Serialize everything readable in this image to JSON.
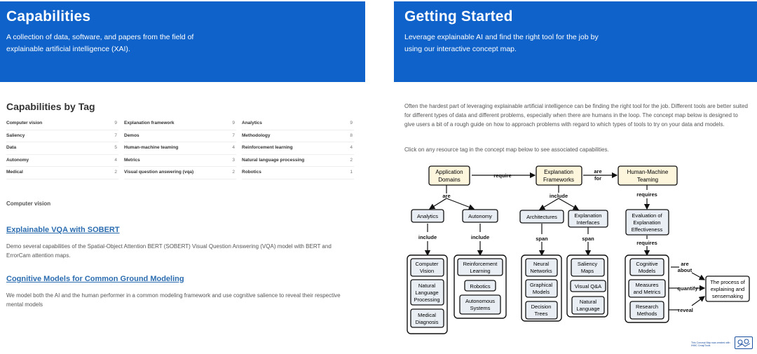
{
  "left_banner": {
    "title": "Capabilities",
    "subtitle": "A collection of data, software, and papers from the field of explainable artificial intelligence (XAI)."
  },
  "right_banner": {
    "title": "Getting Started",
    "subtitle": "Leverage explainable AI and find the right tool for the job by using our interactive concept map."
  },
  "tags": {
    "title": "Capabilities by Tag",
    "columns": [
      [
        {
          "name": "Computer vision",
          "count": "9"
        },
        {
          "name": "Saliency",
          "count": "7"
        },
        {
          "name": "Data",
          "count": "5"
        },
        {
          "name": "Autonomy",
          "count": "4"
        },
        {
          "name": "Medical",
          "count": "2"
        }
      ],
      [
        {
          "name": "Explanation framework",
          "count": "9"
        },
        {
          "name": "Demos",
          "count": "7"
        },
        {
          "name": "Human-machine teaming",
          "count": "4"
        },
        {
          "name": "Metrics",
          "count": "3"
        },
        {
          "name": "Visual question answering (vqa)",
          "count": "2"
        }
      ],
      [
        {
          "name": "Analytics",
          "count": "9"
        },
        {
          "name": "Methodology",
          "count": "8"
        },
        {
          "name": "Reinforcement learning",
          "count": "4"
        },
        {
          "name": "Natural language processing",
          "count": "2"
        },
        {
          "name": "Robotics",
          "count": "1"
        }
      ]
    ]
  },
  "active_tag": "Computer vision",
  "capabilities": [
    {
      "title": "Explainable VQA with SOBERT",
      "description": "Demo several capabilities of the Spatial-Object Attention BERT (SOBERT) Visual Question Answering (VQA) model with BERT and ErrorCam attention maps."
    },
    {
      "title": "Cognitive Models for Common Ground Modeling",
      "description": "We model both the AI and the human performer in a common modeling framework and use cognitive salience to reveal their respective mental models"
    }
  ],
  "getting_started": {
    "intro": "Often the hardest part of leveraging explainable artificial intelligence can be finding the right tool for the job. Different tools are better suited for different types of data and different problems, especially when there are humans in the loop. The concept map below is designed to give users a bit of a rough guide on how to approach problems with regard to which types of tools to try on your data and models.",
    "click_hint": "Click on any resource tag in the concept map below to see associated capabilities."
  },
  "concept_map": {
    "nodes": {
      "app_domains": [
        "Application",
        "Domains"
      ],
      "expl_frameworks": [
        "Explanation",
        "Frameworks"
      ],
      "hmt": [
        "Human-Machine",
        "Teaming"
      ],
      "analytics": [
        "Analytics"
      ],
      "autonomy": [
        "Autonomy"
      ],
      "architectures": [
        "Architectures"
      ],
      "expl_interfaces": [
        "Explanation",
        "Interfaces"
      ],
      "eval_eff": [
        "Evaluation of",
        "Explanation",
        "Effectiveness"
      ],
      "computer_vision": [
        "Computer",
        "Vision"
      ],
      "nlp": [
        "Natural",
        "Language",
        "Processing"
      ],
      "medical": [
        "Medical",
        "Diagnosis"
      ],
      "reinforcement": [
        "Reinforcement",
        "Learning"
      ],
      "robotics": [
        "Robotics"
      ],
      "autonomous_systems": [
        "Autonomous",
        "Systems"
      ],
      "neural_networks": [
        "Neural",
        "Networks"
      ],
      "graphical_models": [
        "Graphical",
        "Models"
      ],
      "decision_trees": [
        "Decision",
        "Trees"
      ],
      "saliency_maps": [
        "Saliency",
        "Maps"
      ],
      "visual_qa": [
        "Visual Q&A"
      ],
      "natural_language": [
        "Natural",
        "Language"
      ],
      "cognitive_models": [
        "Cognitive",
        "Models"
      ],
      "measures_metrics": [
        "Measures",
        "and Metrics"
      ],
      "research_methods": [
        "Research",
        "Methods"
      ],
      "sensemaking": [
        "The process of",
        "explaining and",
        "sensemaking"
      ]
    },
    "links": {
      "require": "require",
      "are_for": [
        "are",
        "for"
      ],
      "include": "include",
      "are": "are",
      "requires": "requires",
      "span": "span",
      "are_about": [
        "are",
        "about"
      ],
      "quantify": "quantify",
      "reveal": "reveal"
    },
    "credit": "This Concept Map was created with IHMC CmapTools"
  },
  "colors": {
    "banner": "#0e62c9",
    "link": "#2b6cb0",
    "top_node": "#fdf6dd",
    "leaf_node": "#e8eef4"
  }
}
